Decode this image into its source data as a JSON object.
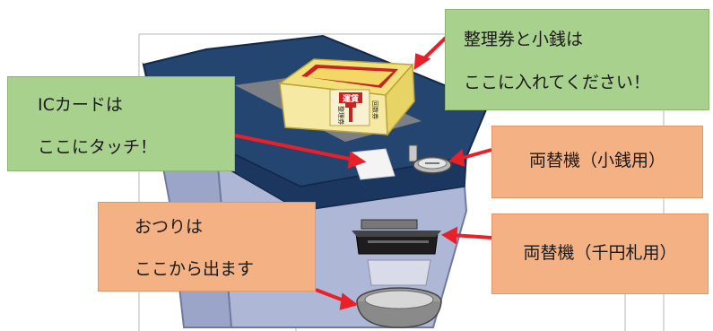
{
  "callouts": {
    "ticket": {
      "line1": "整理券と小銭は",
      "line2": "ここに入れてください！"
    },
    "ic_card": {
      "line1": "ICカードは",
      "line2": "ここにタッチ！"
    },
    "coin_changer": {
      "text": "両替機（小銭用）"
    },
    "bill_changer": {
      "text": "両替機（千円札用）"
    },
    "change_tray": {
      "line1": "おつりは",
      "line2": "ここから出ます"
    }
  },
  "machine": {
    "ticket_box_side_label": "整理券",
    "ticket_box_front_label": "運賃",
    "ticket_box_right_label": "回数券"
  },
  "colors": {
    "callout_green": "#a9d18e",
    "callout_peach": "#f4b183",
    "arrow": "#e8202a",
    "machine_top": "#24456f",
    "machine_body": "#aeb8d6"
  }
}
